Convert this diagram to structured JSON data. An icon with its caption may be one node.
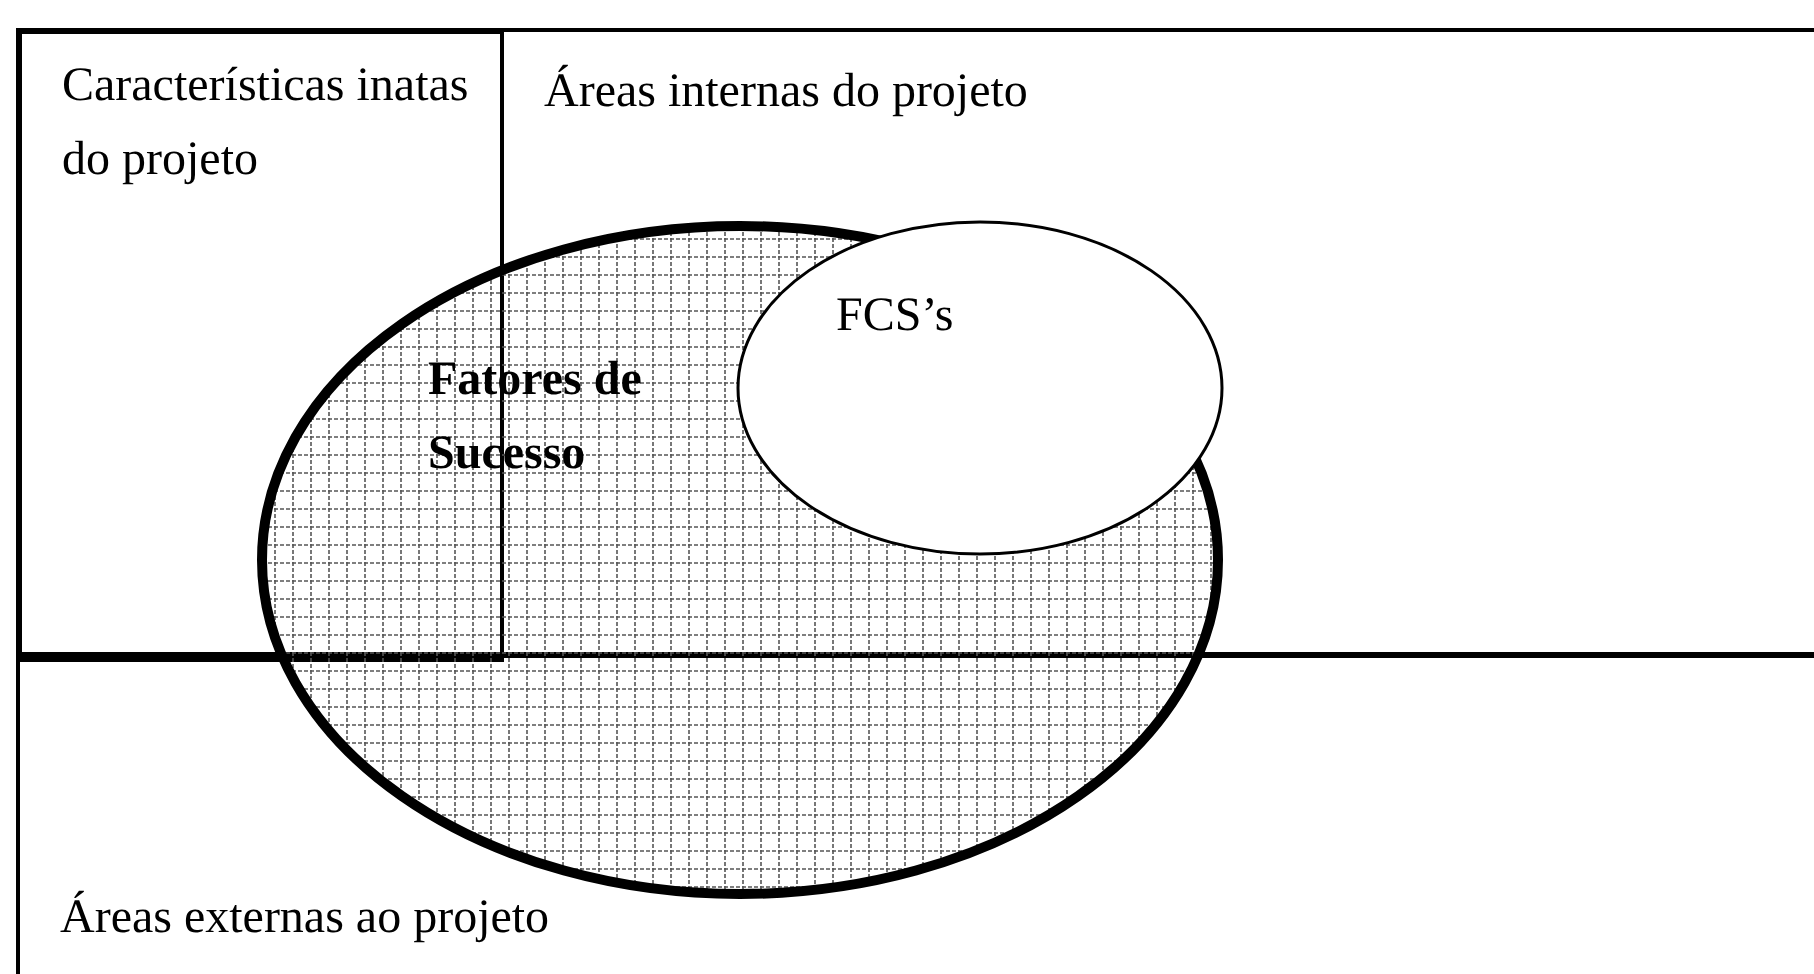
{
  "diagram": {
    "nodes": [
      {
        "text": [
          "Áreas internas do projeto"
        ]
      },
      {
        "text": [
          "Características inatas do projeto"
        ],
        "in": 0
      },
      {
        "text": [
          "Áreas externas ao projeto"
        ]
      },
      {
        "text": [
          "Fatores de Sucesso"
        ]
      },
      {
        "text": [
          "FCS’s"
        ]
      }
    ]
  }
}
